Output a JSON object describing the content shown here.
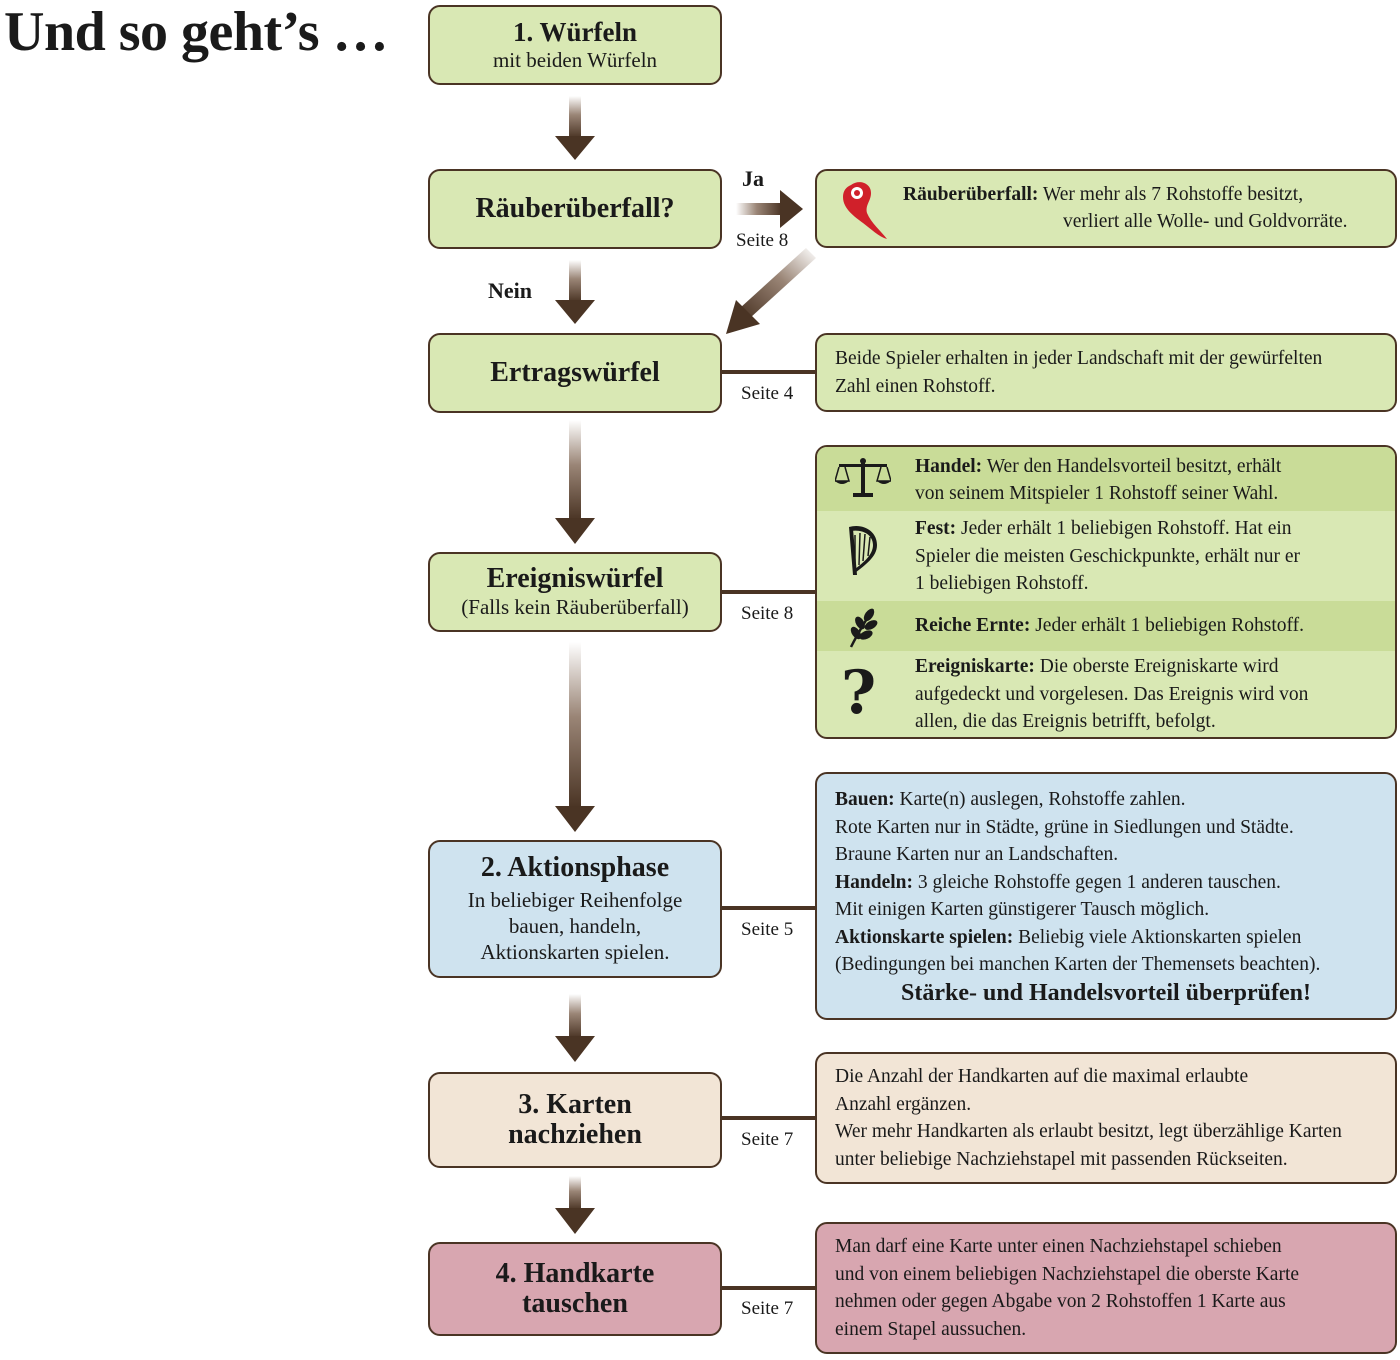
{
  "page": {
    "title": "Und so geht’s …"
  },
  "steps": {
    "wuerfeln": {
      "title": "1. Würfeln",
      "sub": "mit beiden Würfeln"
    },
    "raeuber": {
      "title": "Räuberüberfall?"
    },
    "ertrag": {
      "title": "Ertragswürfel"
    },
    "ereignis": {
      "title": "Ereigniswürfel",
      "sub": "(Falls kein Räuberüberfall)"
    },
    "aktion": {
      "title": "2. Aktionsphase",
      "sub1": "In beliebiger Reihenfolge",
      "sub2": "bauen, handeln,",
      "sub3": "Aktionskarten spielen."
    },
    "karten": {
      "title1": "3. Karten",
      "title2": "nachziehen"
    },
    "handkarte": {
      "title1": "4. Handkarte",
      "title2": "tauschen"
    }
  },
  "labels": {
    "ja": "Ja",
    "nein": "Nein"
  },
  "pages": {
    "raeuber": "Seite 8",
    "ertrag": "Seite 4",
    "ereignis": "Seite 8",
    "aktion": "Seite 5",
    "karten": "Seite 7",
    "handkarte": "Seite 7"
  },
  "info": {
    "raeuber": {
      "bold": "Räuberüberfall:",
      "line1": " Wer mehr als 7 Rohstoffe besitzt,",
      "line2": "verliert alle Wolle- und Goldvorräte.",
      "icon": "robber-icon"
    },
    "ertrag": {
      "line1": "Beide Spieler erhalten in jeder Landschaft mit der gewürfelten",
      "line2": "Zahl einen Rohstoff."
    },
    "ereignis": [
      {
        "icon": "scales-icon",
        "bold": "Handel:",
        "line1": " Wer den Handelsvorteil besitzt, erhält",
        "line2": "von seinem Mitspieler 1 Rohstoff seiner Wahl.",
        "line3": ""
      },
      {
        "icon": "harp-icon",
        "bold": "Fest:",
        "line1": " Jeder erhält 1 beliebigen Rohstoff. Hat ein",
        "line2": "Spieler die meisten Geschickpunkte, erhält nur er",
        "line3": "1 beliebigen Rohstoff."
      },
      {
        "icon": "wheat-icon",
        "bold": "Reiche Ernte:",
        "line1": " Jeder erhält 1 beliebigen Rohstoff.",
        "line2": "",
        "line3": ""
      },
      {
        "icon": "question-mark-icon",
        "bold": "Ereigniskarte:",
        "line1": " Die oberste Ereigniskarte wird",
        "line2": "aufgedeckt und vorgelesen. Das Ereignis wird von",
        "line3": "allen, die das Ereignis betrifft, befolgt."
      }
    ],
    "aktion": {
      "bauen_bold": "Bauen:",
      "bauen1": " Karte(n) auslegen, Rohstoffe zahlen.",
      "bauen2": "Rote Karten nur in Städte, grüne in Siedlungen und Städte.",
      "bauen3": "Braune Karten nur an Landschaften.",
      "handeln_bold": "Handeln:",
      "handeln1": " 3 gleiche Rohstoffe gegen 1 anderen tauschen.",
      "handeln2": "Mit einigen Karten günstigerer Tausch möglich.",
      "aktion_bold": "Aktionskarte spielen:",
      "aktion1": " Beliebig viele Aktionskarten spielen",
      "aktion2": "(Bedingungen bei manchen Karten der Themensets beachten).",
      "final": "Stärke- und Handelsvorteil überprüfen!"
    },
    "karten": {
      "line1": "Die Anzahl der Handkarten auf die maximal erlaubte",
      "line2": "Anzahl ergänzen.",
      "line3": "Wer mehr Handkarten als erlaubt besitzt, legt überzählige Karten",
      "line4": "unter beliebige Nachziehstapel mit passenden Rückseiten."
    },
    "handkarte": {
      "line1": "Man darf eine Karte unter einen Nachziehstapel schieben",
      "line2": "und von einem beliebigen Nachziehstapel die oberste Karte",
      "line3": "nehmen oder gegen Abgabe von 2 Rohstoffen 1 Karte aus",
      "line4": "einem Stapel aussuchen."
    }
  },
  "colors": {
    "green": "#d9e8b4",
    "blue": "#cfe3ef",
    "beige": "#f2e5d6",
    "pink": "#d8a6b0",
    "arrow": "#4a3424"
  }
}
